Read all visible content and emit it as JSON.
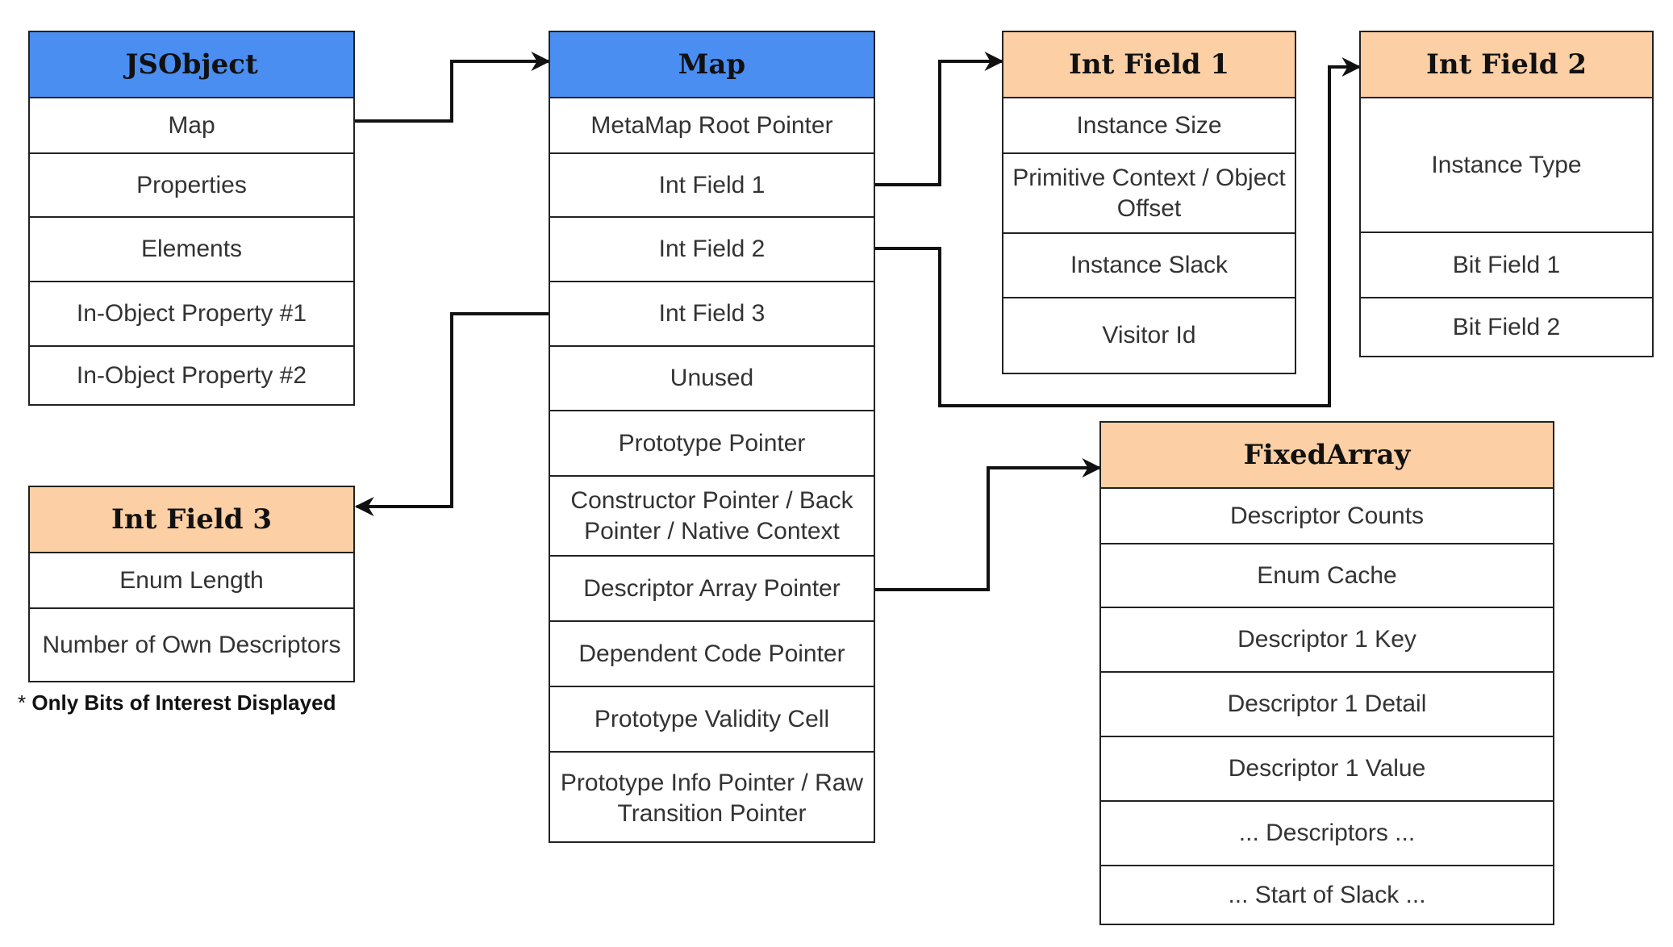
{
  "boxes": {
    "jsobject": {
      "title": "JSObject",
      "rows": [
        "Map",
        "Properties",
        "Elements",
        "In-Object Property #1",
        "In-Object Property #2"
      ]
    },
    "map": {
      "title": "Map",
      "rows": [
        "MetaMap Root Pointer",
        "Int Field 1",
        "Int Field 2",
        "Int Field 3",
        "Unused",
        "Prototype Pointer",
        "Constructor Pointer / Back Pointer / Native Context",
        "Descriptor Array Pointer",
        "Dependent Code Pointer",
        "Prototype Validity Cell",
        "Prototype Info Pointer / Raw Transition Pointer"
      ]
    },
    "int_field_1": {
      "title": "Int Field 1",
      "rows": [
        "Instance Size",
        "Primitive Context / Object Offset",
        "Instance Slack",
        "Visitor Id"
      ]
    },
    "int_field_2": {
      "title": "Int Field 2",
      "rows": [
        "Instance Type",
        "Bit Field 1",
        "Bit Field 2"
      ]
    },
    "int_field_3": {
      "title": "Int Field 3",
      "rows": [
        "Enum Length",
        "Number of Own Descriptors"
      ]
    },
    "fixed_array": {
      "title": "FixedArray",
      "rows": [
        "Descriptor Counts",
        "Enum Cache",
        "Descriptor 1 Key",
        "Descriptor 1 Detail",
        "Descriptor 1 Value",
        "... Descriptors ...",
        "... Start of Slack ..."
      ]
    }
  },
  "note": {
    "star": "*",
    "text": "Only Bits of Interest Displayed"
  },
  "colors": {
    "header_blue": "#4a8ef2",
    "header_orange": "#fccfa4",
    "border": "#222222"
  },
  "connections": [
    {
      "from": "jsobject: Map",
      "to": "Map"
    },
    {
      "from": "Map: Int Field 1",
      "to": "Int Field 1"
    },
    {
      "from": "Map: Int Field 2",
      "to": "Int Field 2"
    },
    {
      "from": "Map: Int Field 3",
      "to": "Int Field 3"
    },
    {
      "from": "Map: Descriptor Array Pointer",
      "to": "FixedArray"
    }
  ]
}
